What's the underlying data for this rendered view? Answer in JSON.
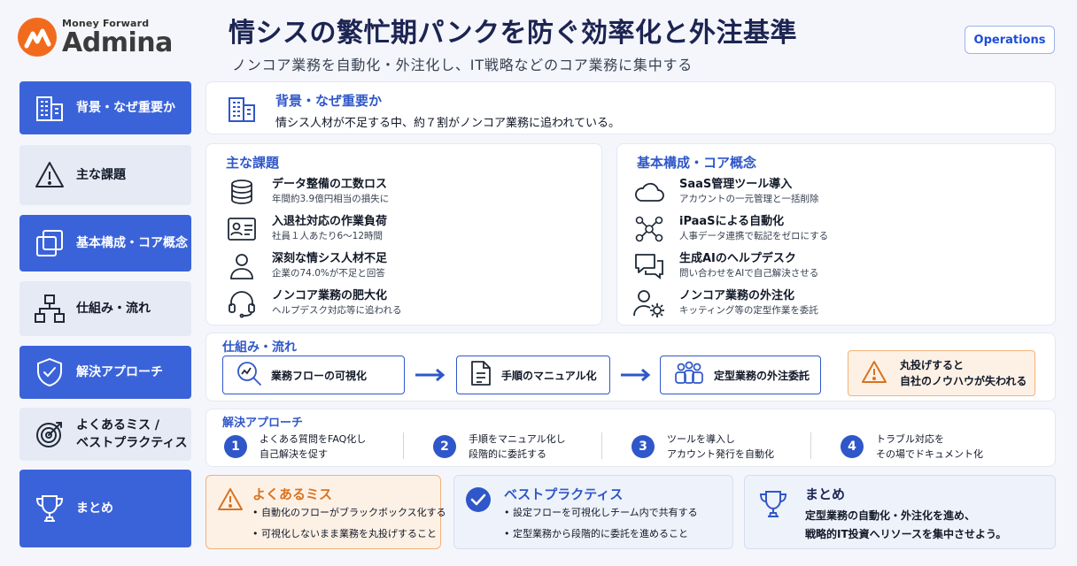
{
  "brand": {
    "sub": "Money Forward",
    "name": "Admina",
    "accent": "#f26b1d"
  },
  "header": {
    "title": "情シスの繁忙期パンクを防ぐ効率化と外注基準",
    "subtitle": "ノンコア業務を自動化・外注化し、IT戦略などのコア業務に集中する",
    "ops_button": "Operations"
  },
  "sidebar": {
    "items": [
      {
        "label": "背景・なぜ重要か",
        "icon": "building-icon",
        "active": true
      },
      {
        "label": "主な課題",
        "icon": "warning-icon",
        "active": false
      },
      {
        "label": "基本構成・コア概念",
        "icon": "layers-icon",
        "active": true
      },
      {
        "label": "仕組み・流れ",
        "icon": "flowchart-icon",
        "active": false
      },
      {
        "label": "解決アプローチ",
        "icon": "shield-check-icon",
        "active": true
      },
      {
        "label_line1": "よくあるミス /",
        "label_line2": "ベストプラクティス",
        "icon": "target-icon",
        "active": false
      },
      {
        "label": "まとめ",
        "icon": "trophy-icon",
        "active": true
      }
    ]
  },
  "background": {
    "title": "背景・なぜ重要か",
    "text": "情シス人材が不足する中、約７割がノンコア業務に追われている。"
  },
  "issues": {
    "title": "主な課題",
    "items": [
      {
        "icon": "database-icon",
        "title": "データ整備の工数ロス",
        "desc": "年間約3.9億円相当の損失に"
      },
      {
        "icon": "id-card-icon",
        "title": "入退社対応の作業負荷",
        "desc": "社員１人あたり6〜12時間"
      },
      {
        "icon": "person-icon",
        "title": "深刻な情シス人材不足",
        "desc": "企業の74.0%が不足と回答"
      },
      {
        "icon": "headset-icon",
        "title": "ノンコア業務の肥大化",
        "desc": "ヘルプデスク対応等に追われる"
      }
    ]
  },
  "concepts": {
    "title": "基本構成・コア概念",
    "items": [
      {
        "icon": "cloud-icon",
        "title": "SaaS管理ツール導入",
        "desc": "アカウントの一元管理と一括削除"
      },
      {
        "icon": "network-icon",
        "title": "iPaaSによる自動化",
        "desc": "人事データ連携で転記をゼロにする"
      },
      {
        "icon": "chat-icon",
        "title": "生成AIのヘルプデスク",
        "desc": "問い合わせをAIで自己解決させる"
      },
      {
        "icon": "user-gear-icon",
        "title": "ノンコア業務の外注化",
        "desc": "キッティング等の定型作業を委託"
      }
    ]
  },
  "flow": {
    "title": "仕組み・流れ",
    "steps": [
      {
        "icon": "chart-search-icon",
        "label": "業務フローの可視化"
      },
      {
        "icon": "document-icon",
        "label": "手順のマニュアル化"
      },
      {
        "icon": "team-icon",
        "label": "定型業務の外注委託"
      }
    ],
    "warning_line1": "丸投げすると",
    "warning_line2": "自社のノウハウが失われる"
  },
  "approach": {
    "title": "解決アプローチ",
    "steps": [
      {
        "num": "1",
        "line1": "よくある質問をFAQ化し",
        "line2": "自己解決を促す"
      },
      {
        "num": "2",
        "line1": "手順をマニュアル化し",
        "line2": "段階的に委託する"
      },
      {
        "num": "3",
        "line1": "ツールを導入し",
        "line2": "アカウント発行を自動化"
      },
      {
        "num": "4",
        "line1": "トラブル対応を",
        "line2": "その場でドキュメント化"
      }
    ]
  },
  "mistakes": {
    "title": "よくあるミス",
    "bullets": [
      "自動化のフローがブラックボックス化する",
      "可視化しないまま業務を丸投げすること"
    ]
  },
  "best": {
    "title": "ベストプラクティス",
    "bullets": [
      "設定フローを可視化しチーム内で共有する",
      "定型業務から段階的に委託を進めること"
    ]
  },
  "summary": {
    "title": "まとめ",
    "line1": "定型業務の自動化・外注化を進め、",
    "line2": "戦略的IT投資へリソースを集中させよう。"
  },
  "colors": {
    "primary": "#2f57c9",
    "active": "#3b63d9",
    "warn": "#f2b27a",
    "title": "#1c2452"
  }
}
